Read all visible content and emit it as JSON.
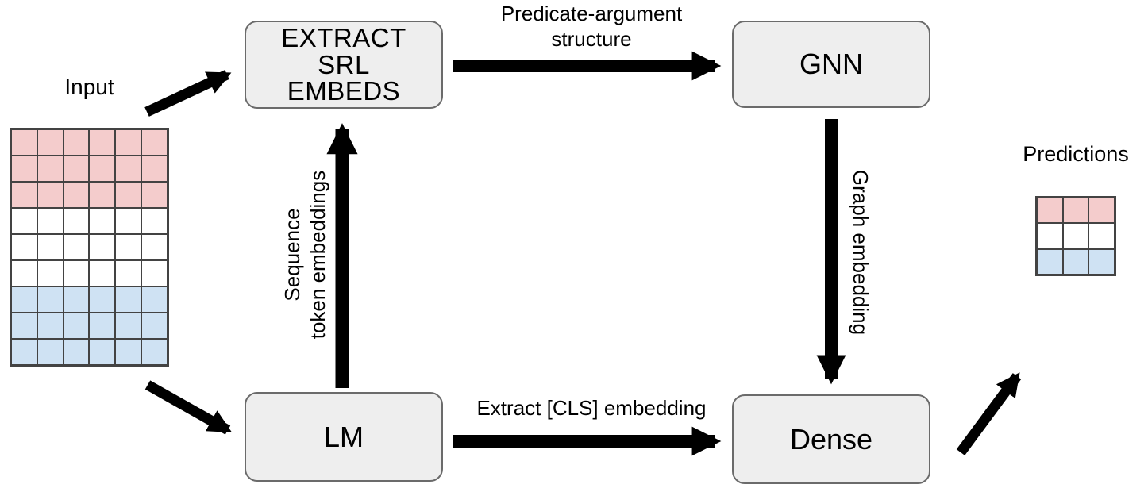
{
  "colors": {
    "pink": "#f4cccc",
    "blue": "#cfe2f3",
    "white": "#ffffff",
    "box_fill": "#eeeeee",
    "box_border": "#6b6b6b",
    "grid_line": "#434343",
    "arrow": "#000000"
  },
  "input": {
    "label": "Input",
    "grid": {
      "rows": 9,
      "cols": 6,
      "row_colors": [
        "pink",
        "pink",
        "pink",
        "white",
        "white",
        "white",
        "blue",
        "blue",
        "blue"
      ]
    }
  },
  "nodes": {
    "extract_srl_embeds": {
      "label": "EXTRACT\nSRL\nEMBEDS"
    },
    "gnn": {
      "label": "GNN"
    },
    "lm": {
      "label": "LM"
    },
    "dense": {
      "label": "Dense"
    }
  },
  "edges": {
    "predicate_argument": {
      "label": "Predicate-argument\nstructure"
    },
    "sequence_token": {
      "label": "Sequence\ntoken embeddings"
    },
    "graph_embedding": {
      "label": "Graph embedding"
    },
    "extract_cls": {
      "label": "Extract [CLS] embedding"
    }
  },
  "output": {
    "label": "Predictions",
    "grid": {
      "rows": 3,
      "cols": 3,
      "row_colors": [
        "pink",
        "white",
        "blue"
      ]
    }
  }
}
